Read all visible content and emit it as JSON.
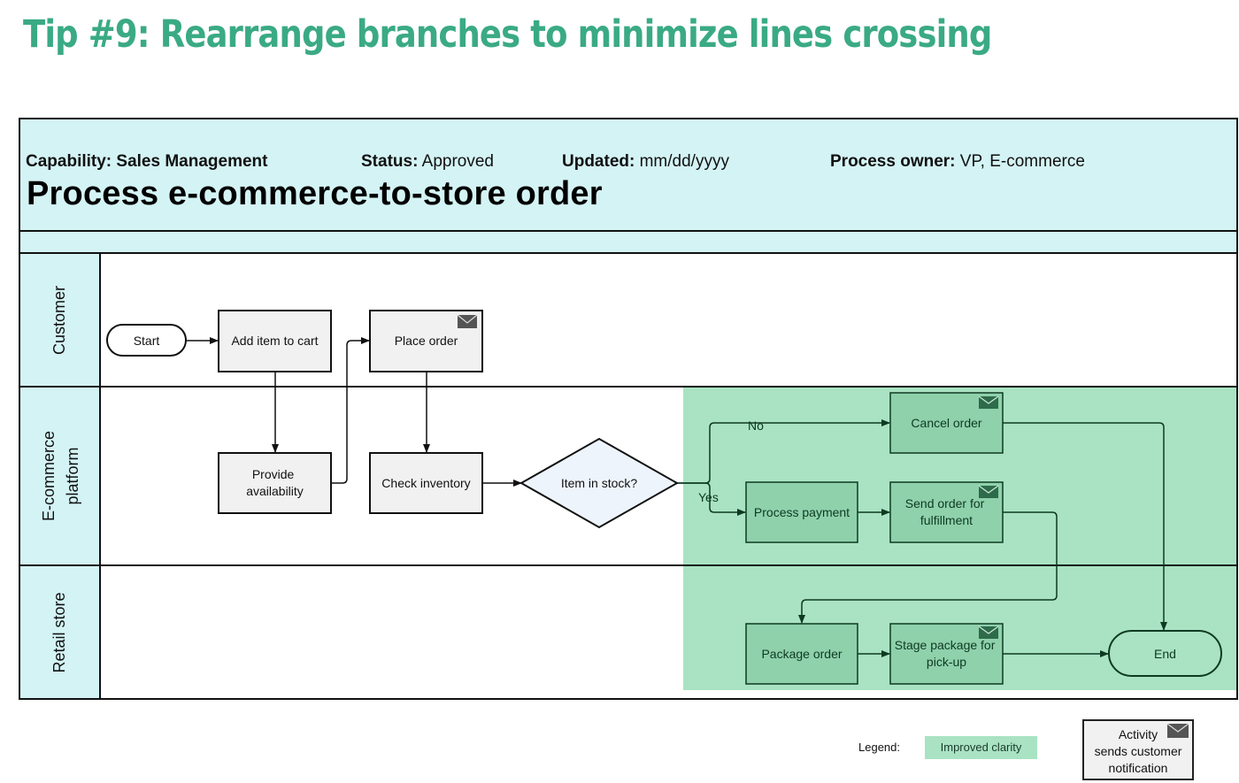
{
  "title": "Tip #9: Rearrange branches to minimize lines crossing",
  "header": {
    "capability_label": "Capability:",
    "capability_value": "Sales Management",
    "status_label": "Status:",
    "status_value": "Approved",
    "updated_label": "Updated:",
    "updated_value": "mm/dd/yyyy",
    "owner_label": "Process owner:",
    "owner_value": "VP, E-commerce",
    "process_title": "Process e-commerce-to-store order"
  },
  "lanes": [
    "Customer",
    "E-commerce platform",
    "Retail store"
  ],
  "nodes": {
    "start": "Start",
    "add_item": "Add item to cart",
    "place_order": "Place order",
    "provide_availability": [
      "Provide",
      "availability"
    ],
    "check_inventory": "Check inventory",
    "item_in_stock": "Item in stock?",
    "cancel_order": "Cancel order",
    "process_payment": "Process payment",
    "send_fulfillment": [
      "Send order for",
      "fulfillment"
    ],
    "package_order": "Package order",
    "stage_package": [
      "Stage package for",
      "pick-up"
    ],
    "end": "End"
  },
  "edge_labels": {
    "no": "No",
    "yes": "Yes"
  },
  "legend": {
    "label": "Legend:",
    "improved": "Improved clarity",
    "activity": [
      "Activity",
      "sends customer",
      "notification"
    ]
  },
  "colors": {
    "title": "#3aaa85",
    "header_bg": "#d4f3f5",
    "highlight": "#a9e3c3",
    "green_box": "#8fd1ab",
    "grey_box": "#f1f1f1",
    "decision": "#eef4fc"
  }
}
